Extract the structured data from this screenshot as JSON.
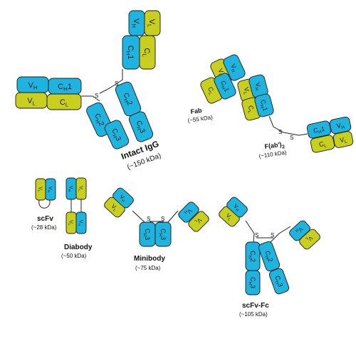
{
  "colors": {
    "heavy": "#1fb4e0",
    "light": "#c8cf1e",
    "outline": "#1a1a1a"
  },
  "domains": {
    "vh": [
      "V",
      "H"
    ],
    "vl": [
      "V",
      "L"
    ],
    "ch1": [
      "C",
      "H",
      "1"
    ],
    "cl": [
      "C",
      "L"
    ],
    "ch2": [
      "C",
      "H",
      "2"
    ],
    "ch3": [
      "C",
      "H",
      "3"
    ],
    "disulfide": "S"
  },
  "labels": {
    "igg": {
      "name": "Intact IgG",
      "mw": "(~150 kDa)"
    },
    "fab": {
      "name": "Fab",
      "mw": "(~55 kDa)"
    },
    "fab2": {
      "name": "F(ab')",
      "sub": "2",
      "mw": "(~110 kDa)"
    },
    "scfv": {
      "name": "scFv",
      "mw": "(~28 kDa)"
    },
    "diabody": {
      "name": "Diabody",
      "mw": "(~50 kDa)"
    },
    "minibody": {
      "name": "Minibody",
      "mw": "(~75 kDa)"
    },
    "scfvfc": {
      "name": "scFv-Fc",
      "mw": "(~105 kDa)"
    }
  }
}
